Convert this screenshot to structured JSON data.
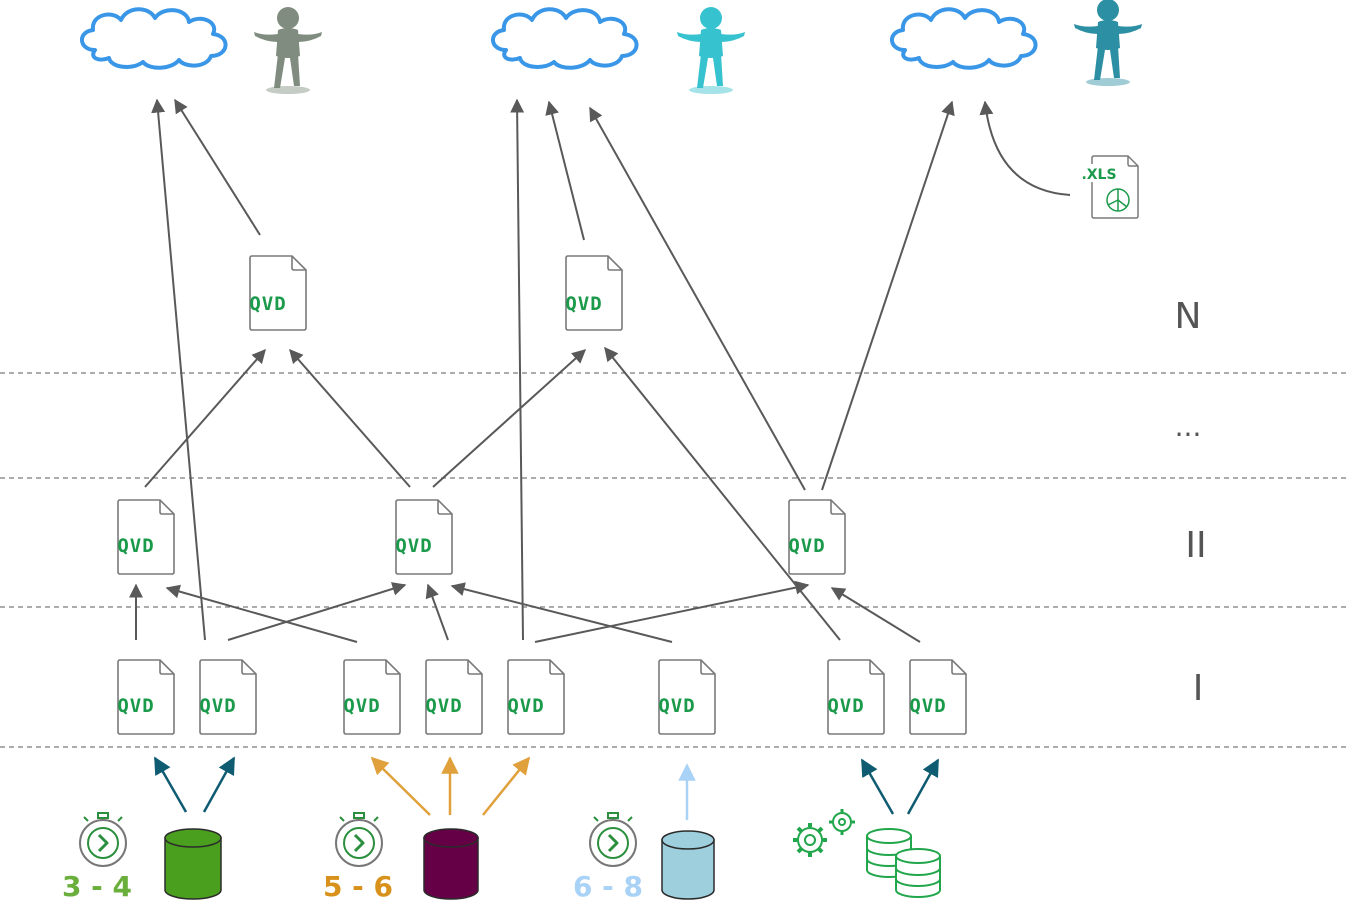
{
  "file_label": "QVD",
  "xls_label": ".XLS",
  "levels": [
    "N",
    "...",
    "II",
    "I"
  ],
  "schedules": [
    {
      "label": "3 - 4",
      "color": "#6aae3c"
    },
    {
      "label": "5 - 6",
      "color": "#d8911b"
    },
    {
      "label": "6 - 8",
      "color": "#a9d2f7"
    }
  ],
  "colors": {
    "qvd_text": "#1a9a4a",
    "arrow": "#595959",
    "cloud": "#3a97e8",
    "dashed_line": "#7a7a7a",
    "db_green": "#4aa01e",
    "db_purple": "#660046",
    "db_lightblue": "#9dd0dc",
    "teal_arrow": "#0e5b72",
    "orange_arrow": "#e0a03c",
    "lightblue_arrow": "#a9d2f7",
    "icon_green": "#22a64b",
    "person_grey": "#7f8c7f",
    "person_cyan": "#37c2cf",
    "person_teal": "#2c8fa3"
  }
}
